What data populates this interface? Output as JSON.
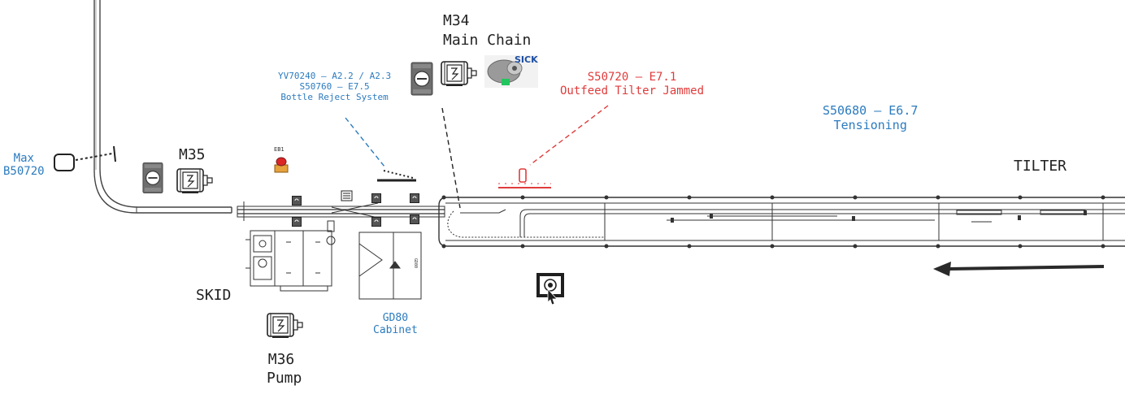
{
  "labels": {
    "max_line1": "Max",
    "max_line2": "B50720",
    "m35": "M35",
    "m34_line1": "M34",
    "m34_line2": "Main Chain",
    "m36_line1": "M36",
    "m36_line2": "Pump",
    "skid": "SKID",
    "tilter": "TILTER",
    "eb1": "EB1",
    "gd80_line1": "GD80",
    "gd80_line2": "Cabinet",
    "reject_line1": "YV70240 – A2.2 / A2.3",
    "reject_line2": "S50760 – E7.5",
    "reject_line3": "Bottle Reject System",
    "jam_line1": "S50720 – E7.1",
    "jam_line2": "Outfeed Tilter Jammed",
    "tension_line1": "S50680 – E6.7",
    "tension_line2": "Tensioning",
    "sick": "SICK"
  },
  "icons": {
    "motor": "motor-icon",
    "disconnect": "disconnect-switch-icon",
    "sensor": "sick-sensor-icon",
    "estop": "emergency-stop-icon",
    "touch": "touch-panel-icon",
    "arrow": "direction-arrow-icon"
  },
  "colors": {
    "blue": "#2b7bbf",
    "red": "#e03b3b",
    "dark": "#222222",
    "switch": "#6e6e6e"
  }
}
